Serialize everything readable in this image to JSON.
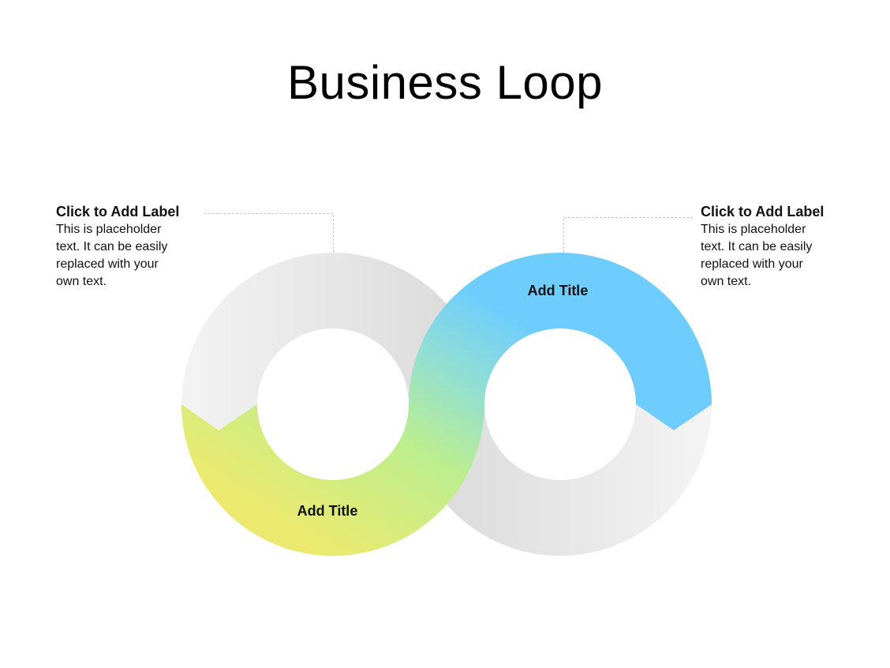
{
  "title": "Business Loop",
  "callouts": [
    {
      "label": "Click to Add Label",
      "body": "This is placeholder\ntext.  It can be easily\nreplaced with your\nown text."
    },
    {
      "label": "Click to Add Label",
      "body": "This is placeholder\ntext.  It can be easily\nreplaced with your\nown text."
    }
  ],
  "segments": [
    {
      "title": "Add Title"
    },
    {
      "title": "Add Title"
    }
  ],
  "colors": {
    "background": "#ffffff",
    "loop_grey": "#e2e2e2",
    "loop_blue": "#6ecdfd",
    "loop_green": "#bdee8e",
    "loop_yellow": "#ebea6f",
    "connector": "#c8c8c8"
  }
}
